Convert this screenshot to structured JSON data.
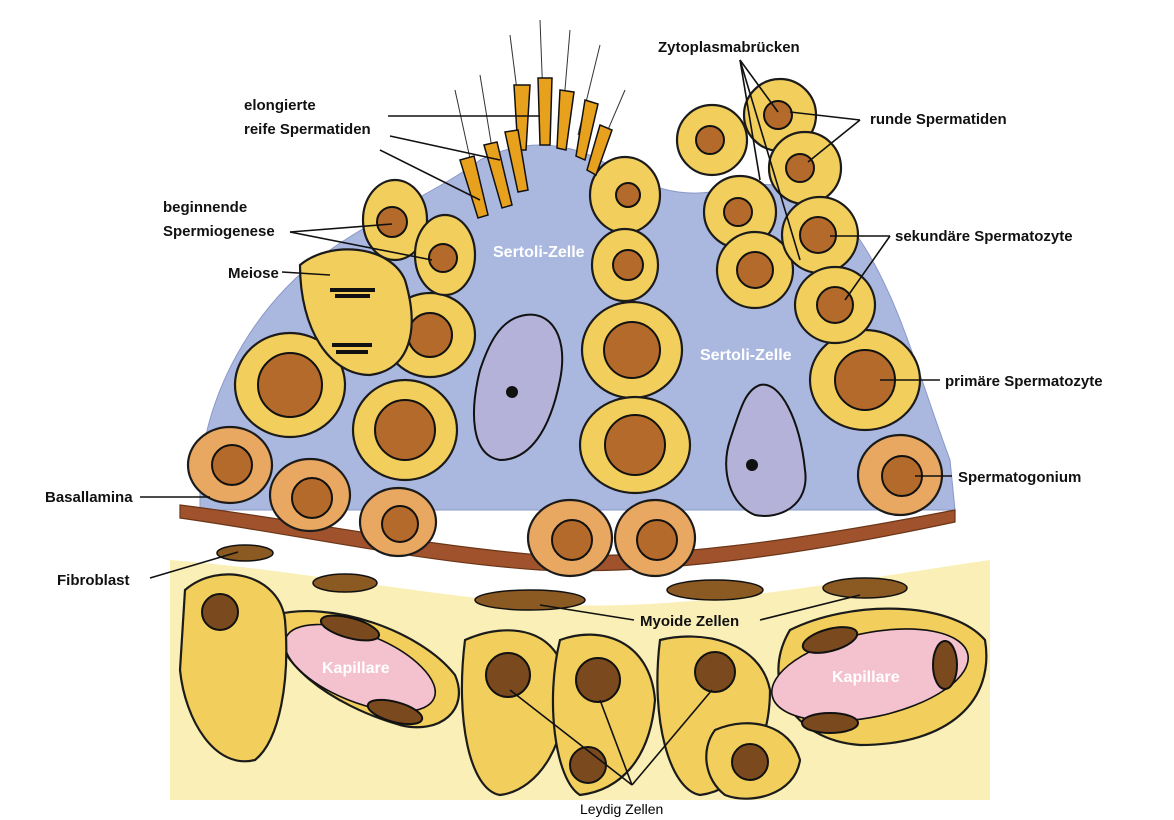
{
  "labels": {
    "zytoplasmabruecken": "Zytoplasmabrücken",
    "elongierte_line1": "elongierte",
    "elongierte_line2": "reife Spermatiden",
    "runde_spermatiden": "runde Spermatiden",
    "beginnende_line1": "beginnende",
    "beginnende_line2": "Spermiogenese",
    "meiose": "Meiose",
    "sertoli_1": "Sertoli-Zelle",
    "sertoli_2": "Sertoli-Zelle",
    "sekundaere": "sekundäre Spermatozyte",
    "primaere": "primäre Spermatozyte",
    "spermatogonium": "Spermatogonium",
    "basallamina": "Basallamina",
    "fibroblast": "Fibroblast",
    "myoide": "Myoide Zellen",
    "kapillare_left": "Kapillare",
    "kapillare_right": "Kapillare",
    "leydig": "Leydig Zellen"
  },
  "colors": {
    "sertoli": "#aab8e0",
    "germ_cell": "#f2cf5c",
    "spermatogonium": "#e9a862",
    "basal_lamina": "#a0522d",
    "capillary": "#f4c2cf",
    "interstitium": "#f5e27a"
  }
}
